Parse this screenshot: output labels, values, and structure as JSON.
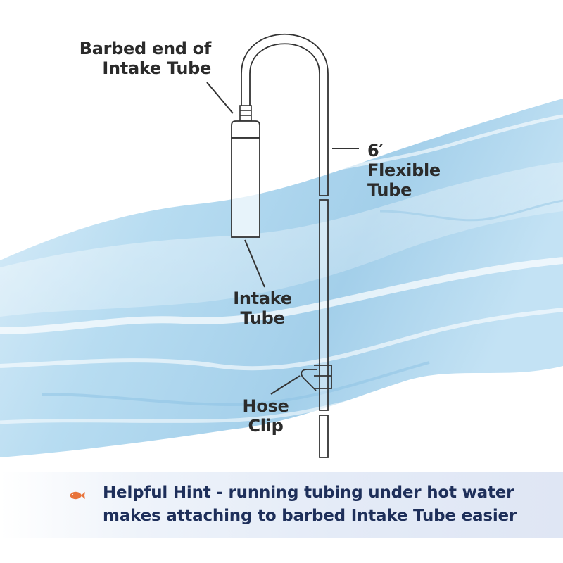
{
  "labels": {
    "barbed_end": [
      "Barbed end of",
      "Intake Tube"
    ],
    "flexible_tube": [
      "6′",
      "Flexible",
      "Tube"
    ],
    "intake_tube": [
      "Intake",
      "Tube"
    ],
    "hose_clip": [
      "Hose",
      "Clip"
    ]
  },
  "hint": {
    "lines": [
      "Helpful Hint - running tubing under hot water",
      "makes attaching to barbed Intake Tube easier"
    ]
  },
  "icons": {
    "hint_icon": "fish-icon"
  },
  "colors": {
    "label_text": "#2b2b2b",
    "hint_text": "#1e2f5a",
    "fish": "#e8743b",
    "water": "#a9d3ec",
    "line": "#333333"
  }
}
